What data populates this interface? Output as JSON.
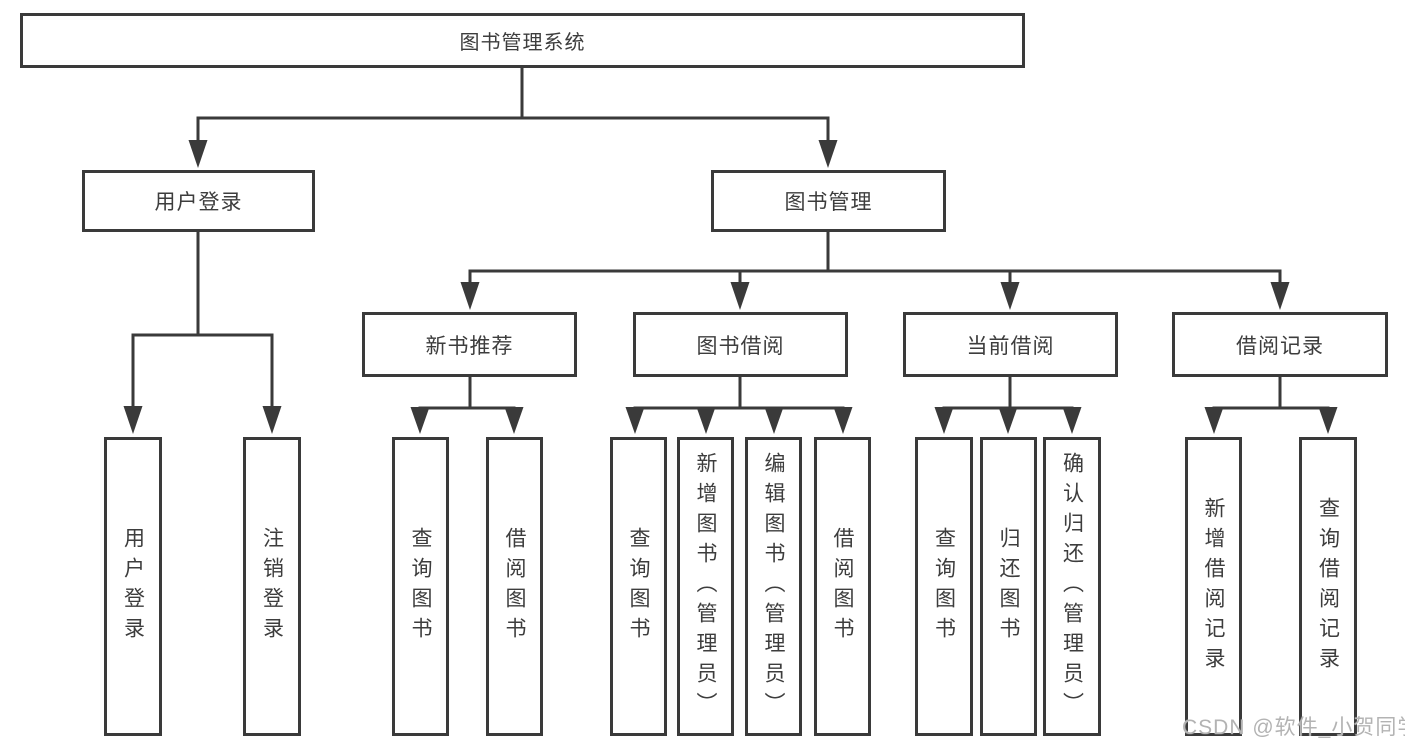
{
  "diagram": {
    "type": "org-tree",
    "title": "图书管理系统",
    "level2": {
      "user_login": "用户登录",
      "book_mgmt": "图书管理"
    },
    "level3": {
      "new_book_rec": "新书推荐",
      "book_borrow": "图书借阅",
      "current_borrow": "当前借阅",
      "borrow_records": "借阅记录"
    },
    "leaves": {
      "user_login": "用户登录",
      "logout": "注销登录",
      "nbr_query": "查询图书",
      "nbr_borrow": "借阅图书",
      "bb_query": "查询图书",
      "bb_add": "新增图书（管理员）",
      "bb_edit": "编辑图书（管理员）",
      "bb_borrow": "借阅图书",
      "cb_query": "查询图书",
      "cb_return": "归还图书",
      "cb_confirm": "确认归还（管理员）",
      "br_add": "新增借阅记录",
      "br_query": "查询借阅记录"
    },
    "hierarchy": {
      "图书管理系统": {
        "用户登录": [
          "用户登录",
          "注销登录"
        ],
        "图书管理": {
          "新书推荐": [
            "查询图书",
            "借阅图书"
          ],
          "图书借阅": [
            "查询图书",
            "新增图书（管理员）",
            "编辑图书（管理员）",
            "借阅图书"
          ],
          "当前借阅": [
            "查询图书",
            "归还图书",
            "确认归还（管理员）"
          ],
          "借阅记录": [
            "新增借阅记录",
            "查询借阅记录"
          ]
        }
      }
    },
    "colors": {
      "background": "#ffffff",
      "line": "#3a3a3a",
      "box_border": "#3a3a3a",
      "text": "#3d3d3d",
      "watermark": "#b3b3b3"
    },
    "watermark": "CSDN @软件_小贺同学"
  }
}
